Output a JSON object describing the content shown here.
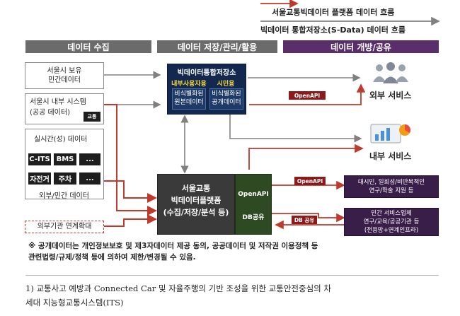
{
  "legend": {
    "item1": "서울교통빅데이터 플랫폼 데이터 흐름",
    "item2": "빅데이터 통합저장소(S-Data) 데이터 흐름",
    "color1": "#c0392b",
    "color2": "#777777"
  },
  "headers": {
    "collect": "데이터 수집",
    "store": "데이터 저장/관리/활용",
    "open": "데이터 개방/공유"
  },
  "sources": {
    "seoul_owned": "서울시 보유\n민간데이터",
    "internal_system": "서울시 내부 시스템\n(공공 데이터)",
    "traffic_tag": "교통",
    "realtime_title": "실시간(성) 데이터",
    "cits": "C-ITS",
    "bms": "BMS",
    "more1": "...",
    "bicycle": "자전거",
    "parking": "주차",
    "more2": "...",
    "external_private": "외부/민간 데이터",
    "external_expand": "외부기관 연계확대"
  },
  "storage": {
    "title": "빅데이터통합저장소",
    "internal_use": "내부사용자용",
    "citizen_use": "시민용",
    "nonidentified_raw": "비식별화된\n원본데이터",
    "nonidentified_public": "비식별화된\n공개데이터"
  },
  "platform": {
    "title": "서울교통\n빅데이터플랫폼\n(수집/저장/분석 등)",
    "openapi": "OpenAPI",
    "dbshare": "DB공유"
  },
  "arrows": {
    "openapi_storage": "OpenAPI",
    "openapi_platform": "OpenAPI",
    "db_share": "DB 공유"
  },
  "outputs": {
    "external_service": "외부 서비스",
    "internal_service": "내부 서비스",
    "research": "대시민, 일회성/비반복적인\n연구/학술 지원 등",
    "private_service": "민간 서비스업체\n연구/교육/공공기관 등\n(전용망+연계인프라)"
  },
  "note": "※ 공개데이터는 개인정보보호 및 제3자데이터 제공 동의, 공공데이터 및 저작권 이용정책 등\n관련법령/규제/정책 등에 의하여 제한/변경될 수 있음.",
  "footnote": "1)  교통사고 예방과 Connected Car 및 자율주행의 기반 조성을 위한 교통안전중심의 차\n세대 지능형교통시스템(ITS)"
}
